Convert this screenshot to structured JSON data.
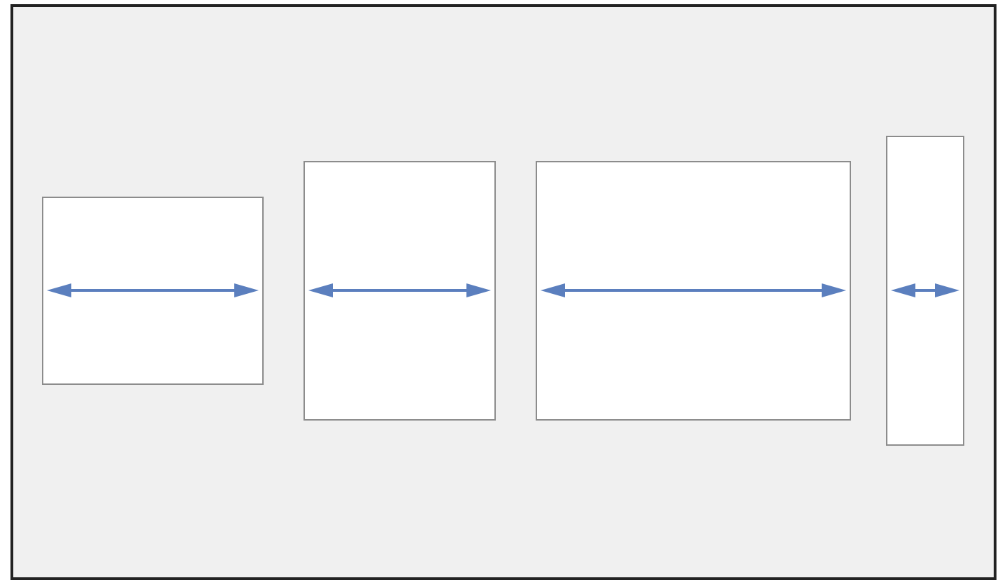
{
  "diagram": {
    "colors": {
      "background": "#f0f0f0",
      "frame_border": "#222222",
      "panel_fill": "#ffffff",
      "panel_border": "#8c8c8c",
      "arrow": "#5b7fbe"
    },
    "panels": [
      {
        "name": "panel-1",
        "arrow": "double-headed-horizontal-arrow"
      },
      {
        "name": "panel-2",
        "arrow": "double-headed-horizontal-arrow"
      },
      {
        "name": "panel-3",
        "arrow": "double-headed-horizontal-arrow"
      },
      {
        "name": "panel-4",
        "arrow": "double-headed-horizontal-arrow"
      }
    ]
  }
}
